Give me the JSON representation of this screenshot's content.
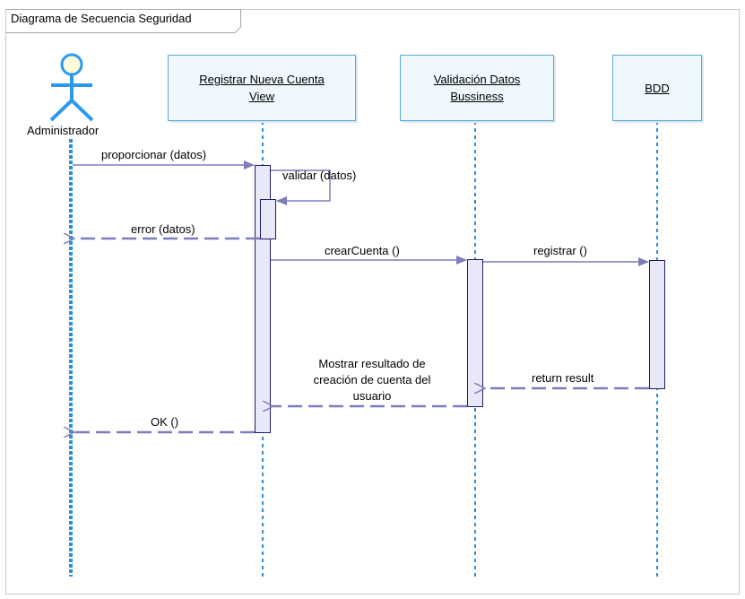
{
  "frame": {
    "title": "Diagrama de Secuencia Seguridad"
  },
  "actor": {
    "label": "Administrador"
  },
  "lifelines": {
    "registrar": {
      "line1": "Registrar Nueva Cuenta",
      "line2": "View"
    },
    "validacion": {
      "line1": "Validación Datos",
      "line2": "Bussiness"
    },
    "bdd": {
      "line1": "BDD"
    }
  },
  "messages": {
    "m1": "proporcionar (datos)",
    "m2": "validar (datos)",
    "m3": "error (datos)",
    "m4": "crearCuenta ()",
    "m5": "registrar ()",
    "m6": "return result",
    "m7": {
      "line1": "Mostrar resultado de",
      "line2": "creación de cuenta del",
      "line3": "usuario"
    },
    "m8": "OK ()"
  },
  "colors": {
    "lifeline": "#2a8fe0",
    "box_border": "#5aa8cf",
    "box_fill": "#eef8fd",
    "activation_fill": "#e8e8f8",
    "activation_border": "#1c1c6a",
    "message": "#7d7dbd",
    "actor": "#2a9af0",
    "actor_head": "#fdfbd8"
  }
}
